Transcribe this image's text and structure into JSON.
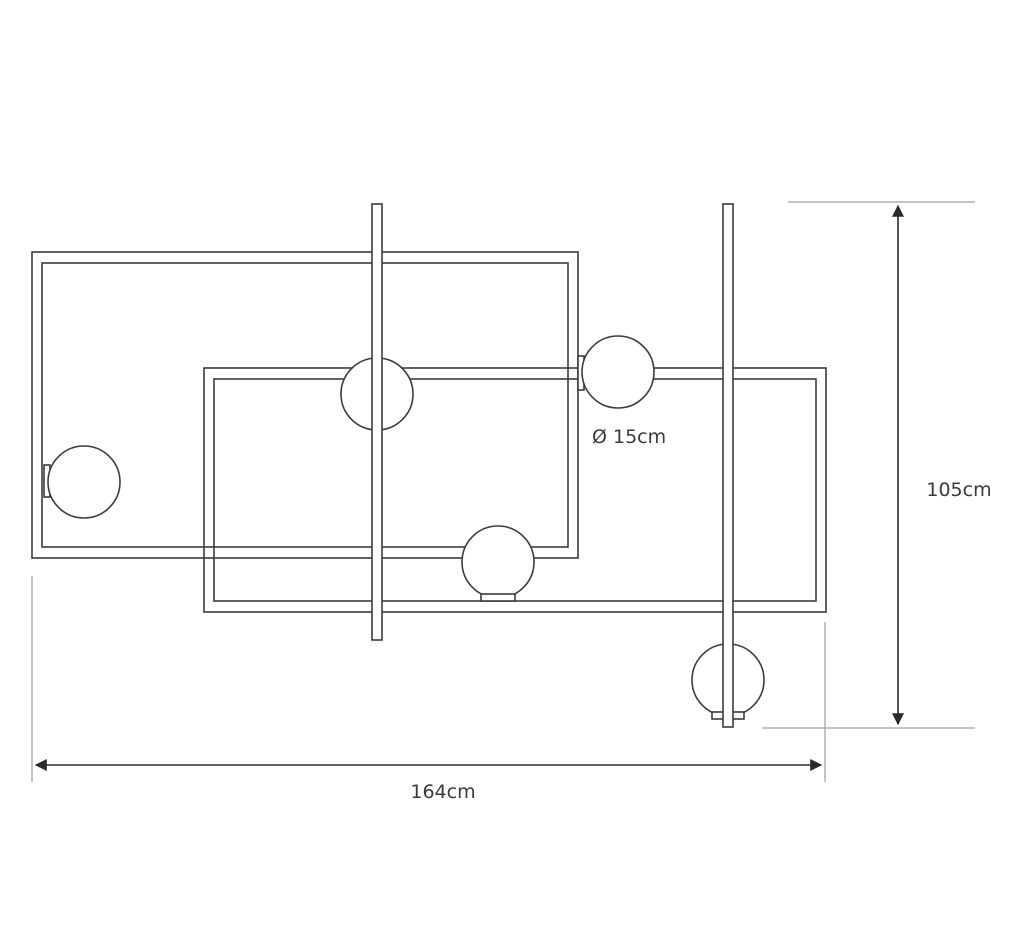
{
  "dimensions": {
    "width_label": "164cm",
    "height_label": "105cm",
    "globe_diameter_label": "Ø 15cm"
  },
  "colors": {
    "line": "#3c3c3c",
    "guide": "#8a8a8a",
    "globe_fill": "#ffffff"
  }
}
